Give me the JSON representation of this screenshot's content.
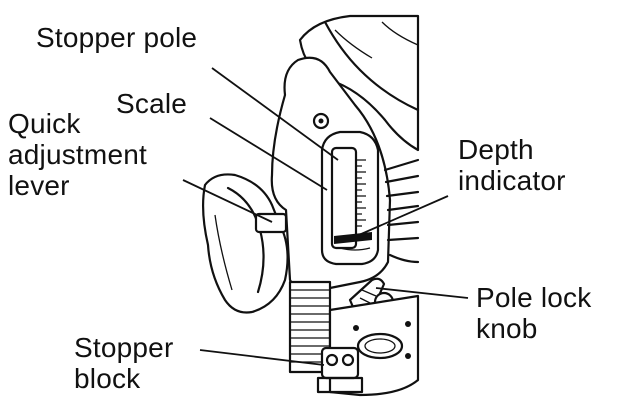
{
  "labels": {
    "stopper_pole": "Stopper pole",
    "scale": "Scale",
    "quick_adjustment_lever": [
      "Quick",
      "adjustment",
      "lever"
    ],
    "depth_indicator": [
      "Depth",
      "indicator"
    ],
    "pole_lock_knob": [
      "Pole lock",
      "knob"
    ],
    "stopper_block": [
      "Stopper",
      "block"
    ]
  },
  "colors": {
    "ink": "#111111",
    "background": "#ffffff"
  }
}
